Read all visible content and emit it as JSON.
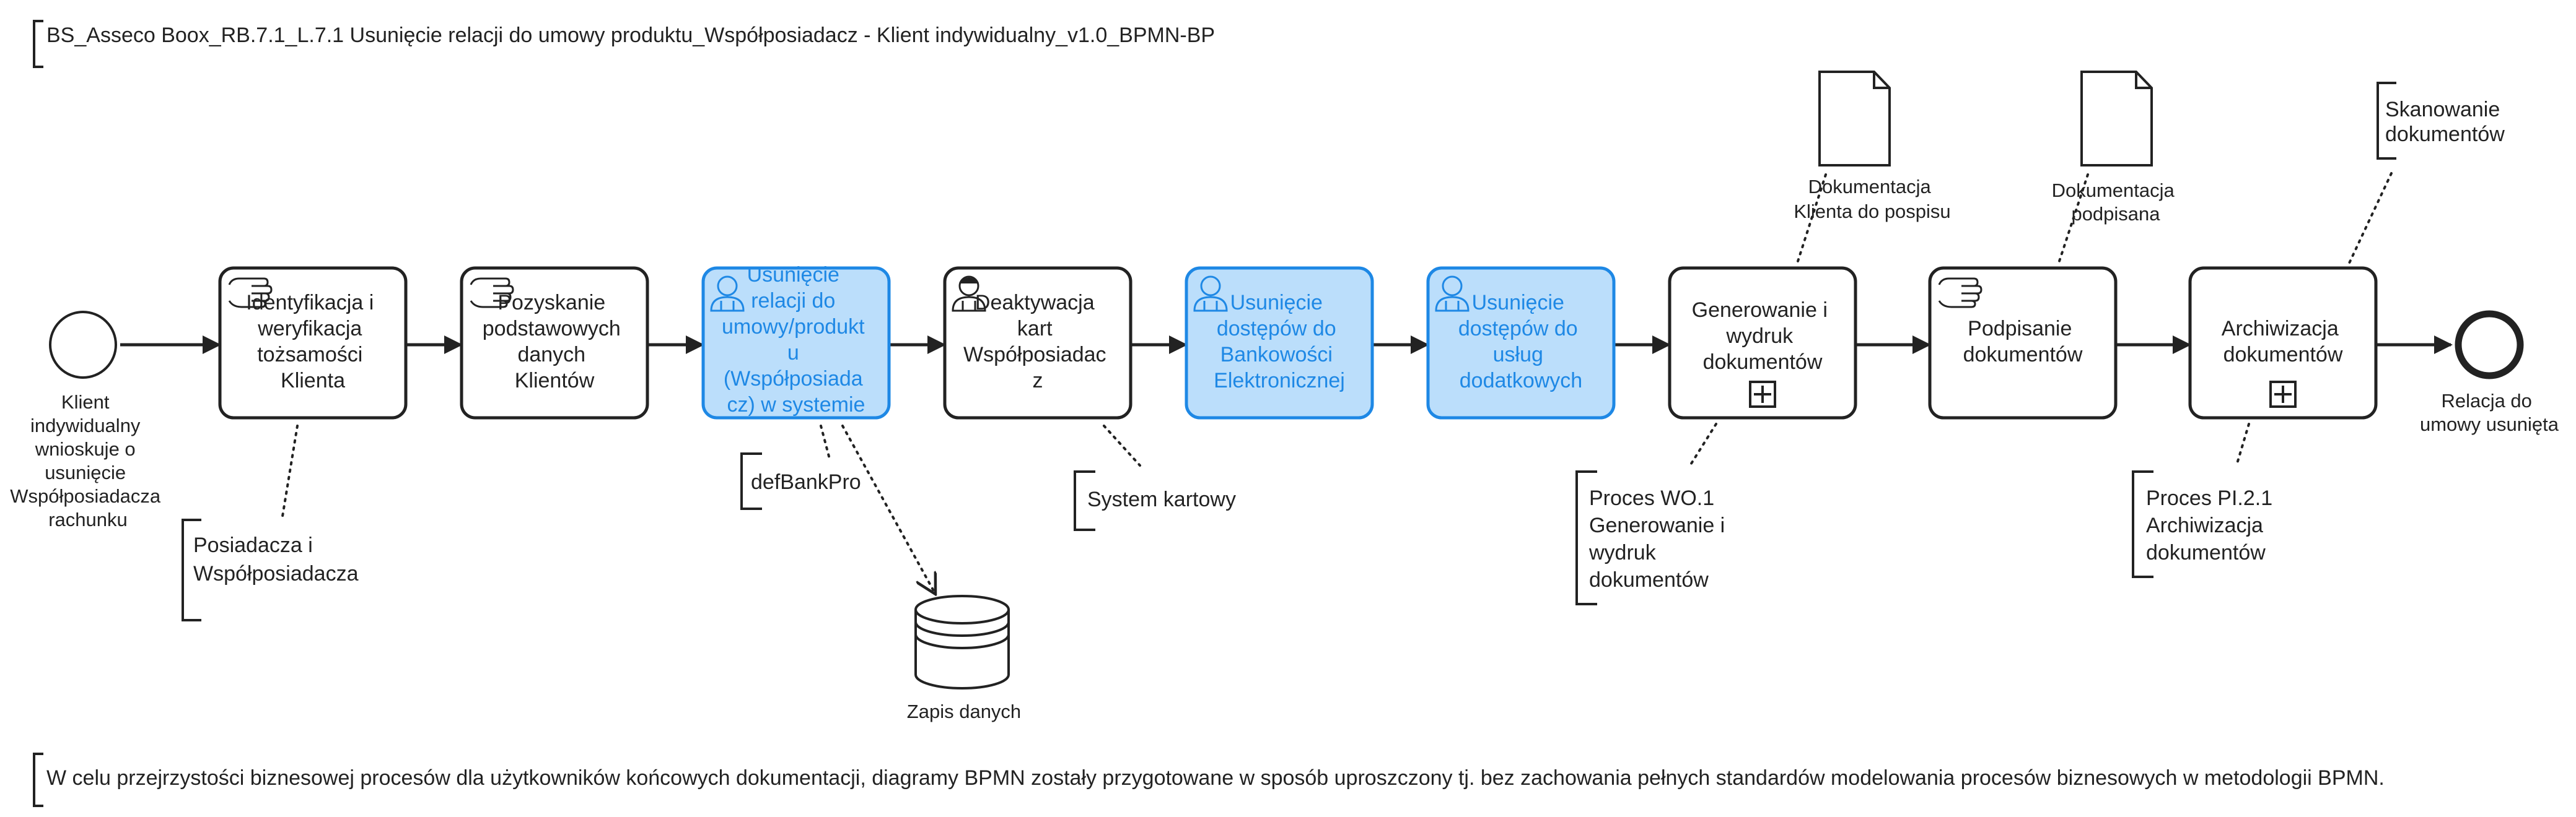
{
  "title": "BS_Asseco Boox_RB.7.1_L.7.1 Usunięcie relacji do umowy produktu_Współposiadacz - Klient indywidualny_v1.0_BPMN-BP",
  "footnote": "W celu przejrzystości biznesowej procesów dla użytkowników końcowych dokumentacji, diagramy BPMN zostały przygotowane w sposób uproszczony tj. bez zachowania pełnych standardów modelowania procesów biznesowych w metodologii BPMN.",
  "colors": {
    "stroke": "#222222",
    "highlight_fill": "#bbdefb",
    "highlight_stroke": "#1e88e5",
    "highlight_text": "#1e88e5"
  },
  "start_event": {
    "label_lines": [
      "Klient",
      "indywidualny",
      "wnioskuje o",
      "usunięcie",
      "Współposiadacza",
      "rachunku"
    ]
  },
  "end_event": {
    "label_lines": [
      "Relacja do",
      "umowy usunięta"
    ]
  },
  "tasks": [
    {
      "id": "t1",
      "icon": "hand-icon",
      "label_lines": [
        "Identyfikacja i",
        "weryfikacja",
        "tożsamości",
        "Klienta"
      ]
    },
    {
      "id": "t2",
      "icon": "hand-icon",
      "label_lines": [
        "Pozyskanie",
        "podstawowych",
        "danych",
        "Klientów"
      ]
    },
    {
      "id": "t3",
      "icon": "user-icon",
      "highlight": true,
      "label_lines": [
        "Usunięcie",
        "relacji do",
        "umowy/produkt",
        "u",
        "(Współposiada",
        "cz) w systemie"
      ]
    },
    {
      "id": "t4",
      "icon": "user-icon",
      "label_lines": [
        "Deaktywacja",
        "kart",
        "Współposiadac",
        "z"
      ]
    },
    {
      "id": "t5",
      "icon": "user-icon",
      "highlight": true,
      "label_lines": [
        "Usunięcie",
        "dostępów do",
        "Bankowości",
        "Elektronicznej"
      ]
    },
    {
      "id": "t6",
      "icon": "user-icon",
      "highlight": true,
      "label_lines": [
        "Usunięcie",
        "dostępów do",
        "usług",
        "dodatkowych"
      ]
    },
    {
      "id": "t7",
      "subprocess": true,
      "label_lines": [
        "Generowanie i",
        "wydruk",
        "dokumentów"
      ]
    },
    {
      "id": "t8",
      "icon": "hand-icon",
      "label_lines": [
        "Podpisanie",
        "dokumentów"
      ]
    },
    {
      "id": "t9",
      "subprocess": true,
      "label_lines": [
        "Archiwizacja",
        "dokumentów"
      ]
    }
  ],
  "annotations": [
    {
      "id": "a1",
      "lines": [
        "Posiadacza i",
        "Współposiadacza"
      ]
    },
    {
      "id": "a2",
      "lines": [
        "defBankPro"
      ]
    },
    {
      "id": "a3",
      "lines": [
        "System kartowy"
      ]
    },
    {
      "id": "a4",
      "lines": [
        "Proces WO.1",
        "Generowanie i",
        "wydruk",
        "dokumentów"
      ]
    },
    {
      "id": "a5",
      "lines": [
        "Proces PI.2.1",
        "Archiwizacja",
        "dokumentów"
      ]
    },
    {
      "id": "a6",
      "lines": [
        "Skanowanie",
        "dokumentów"
      ]
    }
  ],
  "data_store": {
    "label_lines": [
      "Zapis danych"
    ]
  },
  "data_objects": [
    {
      "id": "d1",
      "label_lines": [
        "Dokumentacja",
        "Klienta do pospisu"
      ]
    },
    {
      "id": "d2",
      "label_lines": [
        "Dokumentacja",
        "podpisana"
      ]
    }
  ]
}
